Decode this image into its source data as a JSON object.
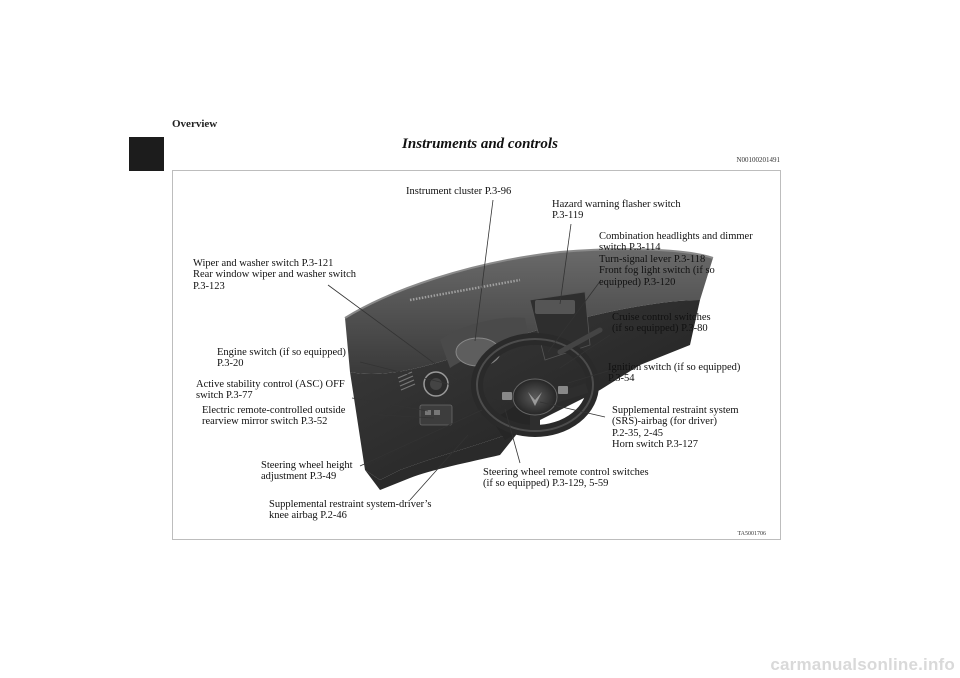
{
  "header": {
    "section": "Overview",
    "title": "Instruments and controls",
    "doc_code": "N00100201491"
  },
  "figure": {
    "code": "TA5001706",
    "callouts": {
      "instrument_cluster": "Instrument cluster P.3-96",
      "hazard": "Hazard warning flasher switch\nP.3-119",
      "combination": "Combination headlights and dimmer\nswitch P.3-114\nTurn-signal lever P.3-118\nFront fog light switch (if so\nequipped) P.3-120",
      "wiper": "Wiper and washer switch P.3-121\nRear window wiper and washer switch\nP.3-123",
      "cruise": "Cruise control switches\n(if so equipped) P.3-80",
      "engine": "Engine switch (if so equipped)\nP.3-20",
      "ignition": "Ignition switch (if so equipped)\nP.3-54",
      "asc": "Active stability control (ASC) OFF\nswitch P.3-77",
      "mirror": "Electric remote-controlled outside\nrearview mirror switch P.3-52",
      "srs": "Supplemental restraint system\n(SRS)-airbag (for driver)\nP.2-35, 2-45\nHorn switch P.3-127",
      "steering_height": "Steering wheel height\nadjustment P.3-49",
      "steering_remote": "Steering wheel remote control switches\n(if so equipped) P.3-129, 5-59",
      "knee_airbag": "Supplemental restraint system-driver’s\nknee airbag P.2-46"
    }
  },
  "footer": {
    "watermark": "carmanualsonline.info"
  }
}
